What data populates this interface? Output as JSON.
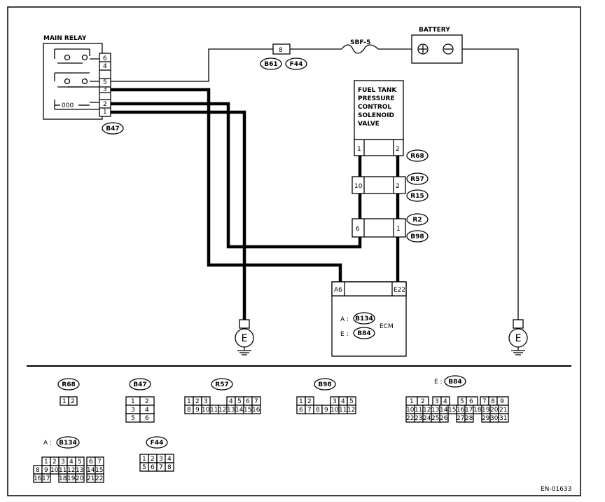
{
  "labels": {
    "main_relay": "MAIN RELAY",
    "battery": "BATTERY",
    "fuse": "SBF-5",
    "ecm": "ECM",
    "valve": [
      "FUEL TANK",
      "PRESSURE",
      "CONTROL",
      "SOLENOID",
      "VALVE"
    ],
    "ground": "E",
    "figure_id": "EN-01633"
  },
  "connector_tags": {
    "b47": "B47",
    "b61": "B61",
    "f44": "F44",
    "r68": "R68",
    "r57": "R57",
    "r15": "R15",
    "r2": "R2",
    "b98": "B98",
    "b134": "B134",
    "b84": "B84"
  },
  "ecm_prefix": {
    "a": "A :",
    "e": "E :"
  },
  "pins": {
    "relay": [
      "6",
      "4",
      "5",
      "3",
      "2",
      "1"
    ],
    "f44_pin": "8",
    "valve_r68": [
      "1",
      "2"
    ],
    "r57_r15": [
      "10",
      "2"
    ],
    "r2_b98": [
      "6",
      "1"
    ],
    "ecm": [
      "A6",
      "E22"
    ]
  },
  "coil_text": "000",
  "legend": {
    "r68": {
      "tag": "R68",
      "rows": [
        [
          "1",
          "2"
        ]
      ]
    },
    "b47": {
      "tag": "B47",
      "rows": [
        [
          "1",
          "2"
        ],
        [
          "3",
          "4"
        ],
        [
          "5",
          "6"
        ]
      ]
    },
    "r57": {
      "tag": "R57",
      "rows": [
        [
          "1",
          "2",
          "3",
          "",
          "4",
          "5",
          "6",
          "7"
        ],
        [
          "8",
          "9",
          "10",
          "11",
          "12",
          "13",
          "14",
          "15",
          "16"
        ]
      ]
    },
    "b98": {
      "tag": "B98",
      "rows": [
        [
          "1",
          "2",
          "",
          "3",
          "4",
          "5"
        ],
        [
          "6",
          "7",
          "8",
          "9",
          "10",
          "11",
          "12"
        ]
      ]
    },
    "b84": {
      "prefix": "E :",
      "tag": "B84",
      "rows": [
        [
          "1",
          "2",
          "3",
          "4",
          "5",
          "6",
          "7",
          "8",
          "9"
        ],
        [
          "10",
          "11",
          "12",
          "13",
          "14",
          "15",
          "16",
          "17",
          "18",
          "19",
          "20",
          "21"
        ],
        [
          "22",
          "23",
          "24",
          "25",
          "26",
          "27",
          "28",
          "29",
          "30",
          "31"
        ]
      ]
    },
    "b134": {
      "prefix": "A :",
      "tag": "B134",
      "rows": [
        [
          "1",
          "2",
          "3",
          "4",
          "5",
          "6",
          "7"
        ],
        [
          "8",
          "9",
          "10",
          "11",
          "12",
          "13",
          "14",
          "15"
        ],
        [
          "16",
          "17",
          "18",
          "19",
          "20",
          "21",
          "22"
        ]
      ]
    },
    "f44": {
      "tag": "F44",
      "rows": [
        [
          "1",
          "2",
          "3",
          "4"
        ],
        [
          "5",
          "6",
          "7",
          "8"
        ]
      ]
    }
  }
}
